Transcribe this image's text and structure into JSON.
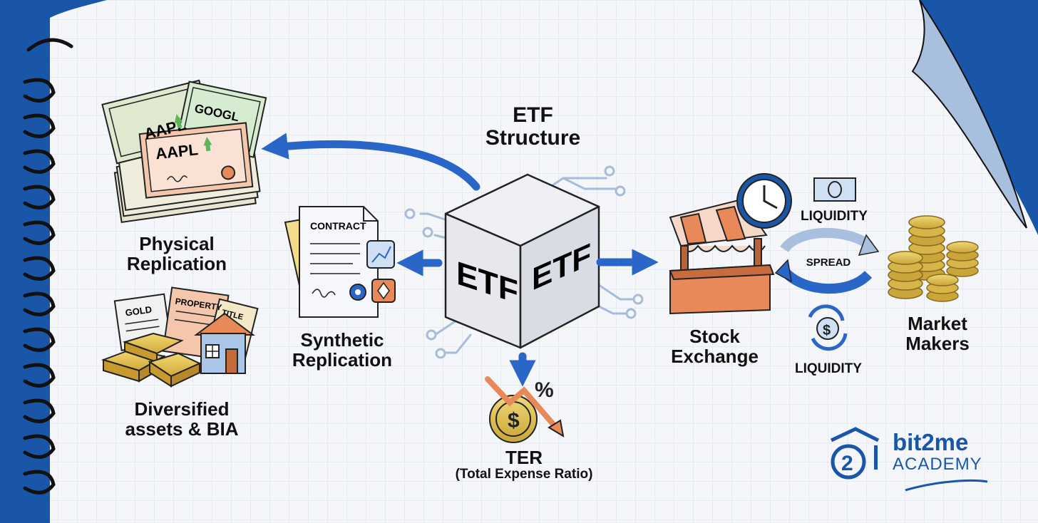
{
  "title": {
    "line1": "ETF",
    "line2": "Structure"
  },
  "cube": {
    "face_left": "ETF",
    "face_right": "ETF"
  },
  "physical": {
    "label_line1": "Physical",
    "label_line2": "Replication",
    "certificates": [
      "AAPL",
      "GOOGL",
      "AAPL"
    ]
  },
  "diversified": {
    "label_line1": "Diversified",
    "label_line2": "assets & BIA",
    "docs": [
      "GOLD",
      "PROPERTY",
      "TITLE"
    ]
  },
  "synthetic": {
    "label_line1": "Synthetic",
    "label_line2": "Replication",
    "contract": "CONTRACT"
  },
  "ter": {
    "label": "TER",
    "sublabel": "(Total Expense Ratio)",
    "percent": "%"
  },
  "exchange": {
    "label_line1": "Stock",
    "label_line2": "Exchange"
  },
  "liquidity": {
    "top": "LIQUIDITY",
    "spread": "SPREAD",
    "bottom": "LIQUIDITY"
  },
  "market_makers": {
    "label_line1": "Market",
    "label_line2": "Makers"
  },
  "logo": {
    "number": "2",
    "name": "bit2me",
    "sub": "ACADEMY"
  },
  "colors": {
    "frame_blue": "#1a56a8",
    "arrow_blue": "#2a66c8",
    "grid_bg": "#f4f6fa",
    "grid_line": "#d7dde8",
    "gold": "#e2c455",
    "awning_orange": "#e8895a",
    "light_blue_flap": "#a8c0de"
  }
}
